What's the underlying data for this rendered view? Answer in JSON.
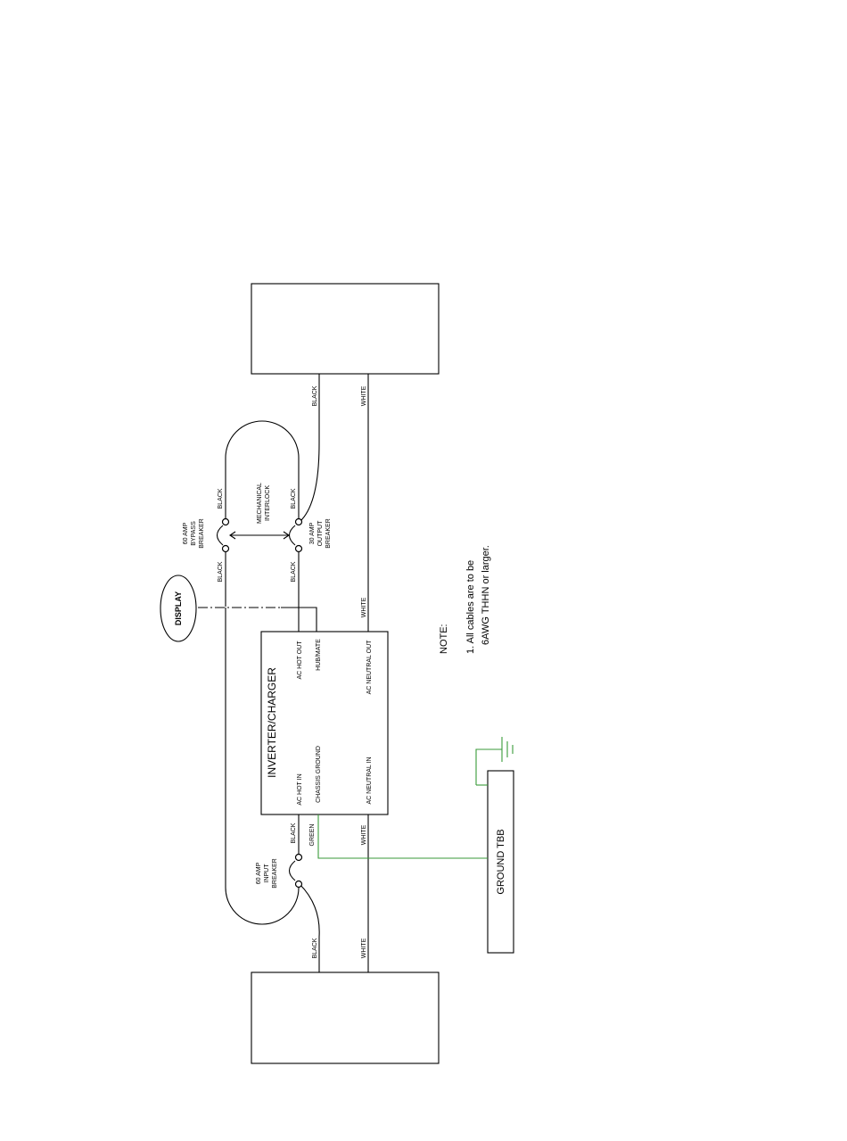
{
  "inverter": {
    "title": "INVERTER/CHARGER"
  },
  "inverter_ports": {
    "ac_hot_in": "AC HOT IN",
    "chassis_ground": "CHASSIS GROUND",
    "ac_neutral_in": "AC NEUTRAL IN",
    "ac_hot_out": "AC HOT OUT",
    "hub_mate": "HUB/MATE",
    "ac_neutral_out": "AC NEUTRAL OUT"
  },
  "wire_labels": {
    "black": "BLACK",
    "white": "WHITE",
    "green": "GREEN"
  },
  "breakers": {
    "bypass": [
      "60 AMP",
      "BYPASS",
      "BREAKER"
    ],
    "output": [
      "30 AMP",
      "OUTPUT",
      "BREAKER"
    ],
    "input": [
      "60 AMP",
      "INPUT",
      "BREAKER"
    ]
  },
  "interlock": [
    "MECHANICAL",
    "INTERLOCK"
  ],
  "display": "DISPLAY",
  "ground_tbb": "GROUND TBB",
  "note": {
    "title": "NOTE:",
    "line1": "1. All cables are to be",
    "line2": "6AWG THHN or larger."
  },
  "colors": {
    "wire": "#000000",
    "ground_wire": "#3a9a3a"
  }
}
